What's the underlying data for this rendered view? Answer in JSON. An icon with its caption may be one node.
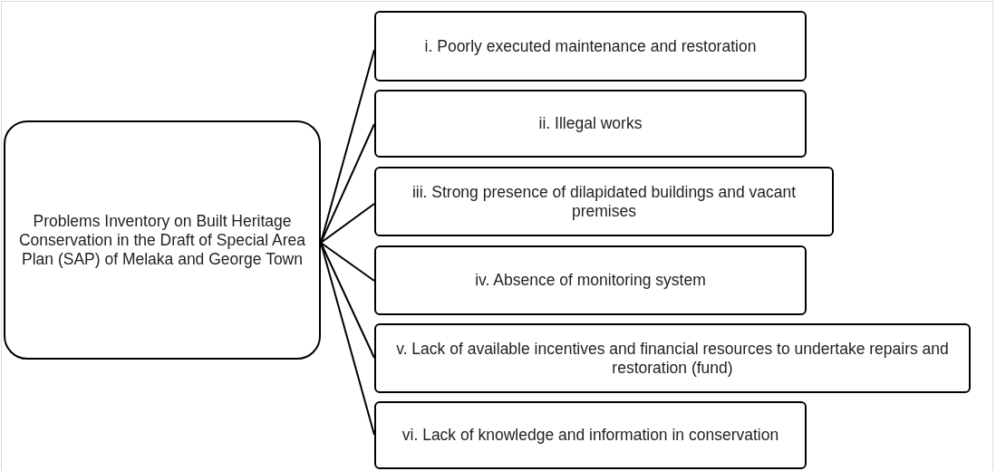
{
  "diagram": {
    "nodes": [
      {
        "text": [
          "Problems Inventory on Built Heritage Conservation in the Draft of Special Area Plan (SAP) of Melaka and George Town"
        ]
      },
      {
        "text": [
          "i. Poorly executed maintenance and restoration"
        ]
      },
      {
        "text": [
          "ii. Illegal works"
        ]
      },
      {
        "text": [
          "iii. Strong presence of dilapidated buildings and vacant premises"
        ]
      },
      {
        "text": [
          "iv. Absence of monitoring system"
        ]
      },
      {
        "text": [
          "v. Lack of available incentives and financial resources to undertake repairs and restoration (fund)"
        ]
      },
      {
        "text": [
          "vi. Lack of knowledge and information in conservation"
        ]
      }
    ],
    "edges": [
      {
        "from": 0,
        "to": 1,
        "arrow": "none"
      },
      {
        "from": 0,
        "to": 2,
        "arrow": "none"
      },
      {
        "from": 0,
        "to": 3,
        "arrow": "none"
      },
      {
        "from": 0,
        "to": 4,
        "arrow": "none"
      },
      {
        "from": 0,
        "to": 5,
        "arrow": "none"
      },
      {
        "from": 0,
        "to": 6,
        "arrow": "none"
      }
    ]
  }
}
